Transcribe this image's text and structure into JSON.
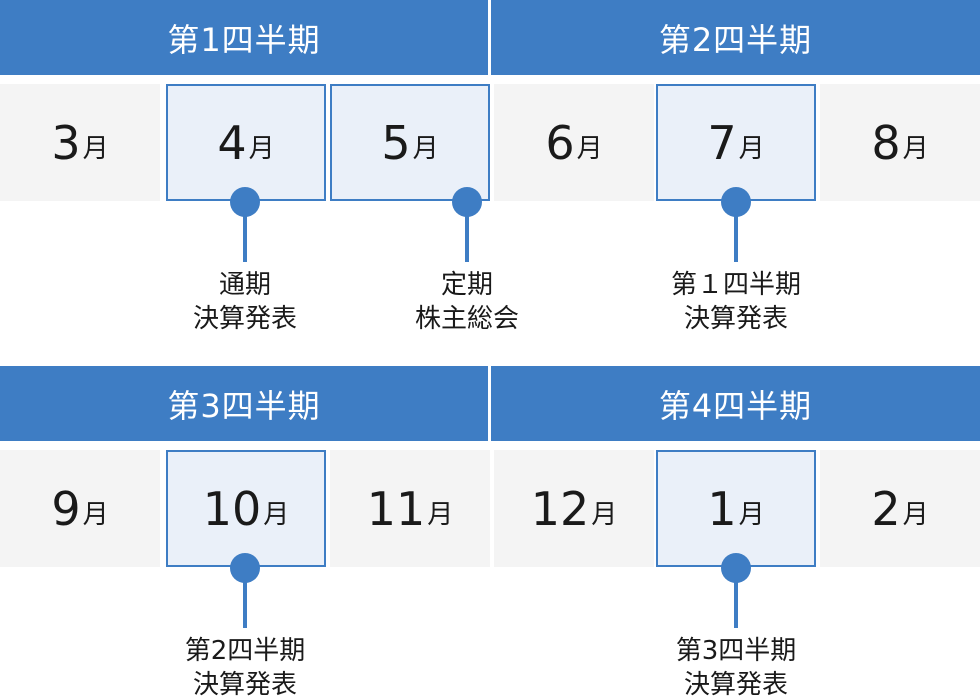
{
  "quarters": [
    {
      "label": "第1四半期"
    },
    {
      "label": "第2四半期"
    },
    {
      "label": "第3四半期"
    },
    {
      "label": "第4四半期"
    }
  ],
  "month_suffix": "月",
  "months": [
    {
      "num": "3",
      "highlighted": false
    },
    {
      "num": "4",
      "highlighted": true
    },
    {
      "num": "5",
      "highlighted": true
    },
    {
      "num": "6",
      "highlighted": false
    },
    {
      "num": "7",
      "highlighted": true
    },
    {
      "num": "8",
      "highlighted": false
    },
    {
      "num": "9",
      "highlighted": false
    },
    {
      "num": "10",
      "highlighted": true
    },
    {
      "num": "11",
      "highlighted": false
    },
    {
      "num": "12",
      "highlighted": false
    },
    {
      "num": "1",
      "highlighted": true
    },
    {
      "num": "2",
      "highlighted": false
    }
  ],
  "events": [
    {
      "month": "4",
      "line1": "通期",
      "line2": "決算発表"
    },
    {
      "month": "5",
      "line1": "定期",
      "line2": "株主総会"
    },
    {
      "month": "7",
      "line1": "第１四半期",
      "line2": "決算発表"
    },
    {
      "month": "10",
      "line1": "第2四半期",
      "line2": "決算発表"
    },
    {
      "month": "1",
      "line1": "第3四半期",
      "line2": "決算発表"
    }
  ],
  "colors": {
    "accent": "#3e7dc4",
    "cell": "#f4f4f4",
    "highlight": "#eaf0f9"
  }
}
